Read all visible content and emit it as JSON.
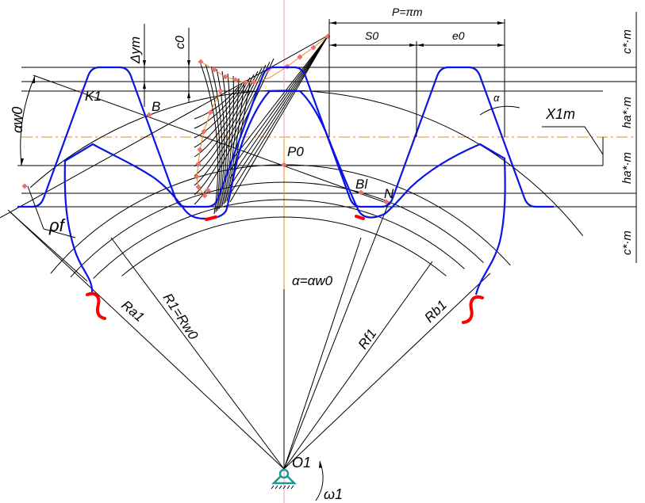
{
  "labels": {
    "pitch": "P=πm",
    "tooth_thickness": "S0",
    "space_width": "e0",
    "clearance_top": "c*·m",
    "addendum_top": "ha*·m",
    "addendum_bottom": "ha*·m",
    "clearance_bottom": "c*·m",
    "profile_angle": "α",
    "shift": "X1m",
    "working_angle": "αw0",
    "delta_y": "Δym",
    "c0": "c0",
    "point_k1": "K1",
    "point_b": "B",
    "point_p0": "P0",
    "point_bl": "Bl",
    "point_n": "N",
    "fillet_radius": "ρf",
    "tip_radius": "Ra1",
    "pitch_radius": "R1=Rw0",
    "angle_eq": "α=αw0",
    "root_radius": "Rf1",
    "base_radius": "Rb1",
    "center": "O1",
    "omega": "ω1"
  },
  "colors": {
    "profile": "#0a14e6",
    "undercut": "#ff0000",
    "axis": "#f08a1a",
    "support": "#1a9a90",
    "points": "#f07070"
  }
}
